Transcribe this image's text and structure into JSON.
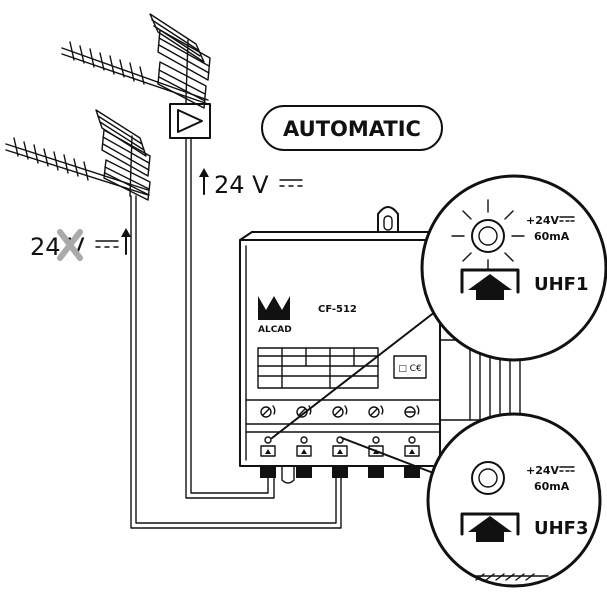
{
  "mode_label": "AUTOMATIC",
  "amp_supply": "24 V",
  "dc_symbol": "⎓",
  "bypass_supply": "24 V",
  "device": {
    "brand": "ALCAD",
    "model": "CF-512",
    "cert_mark": "□ C€"
  },
  "zoom_uhf1": {
    "voltage": "+24V",
    "current": "60mA",
    "label": "UHF1"
  },
  "zoom_uhf3": {
    "voltage": "+24V",
    "current": "60mA",
    "label": "UHF3"
  },
  "icons": [
    "antenna-icon",
    "amplifier-icon",
    "arrow-up-icon",
    "cross-icon",
    "sun-led-icon",
    "switch-arrow-icon"
  ]
}
